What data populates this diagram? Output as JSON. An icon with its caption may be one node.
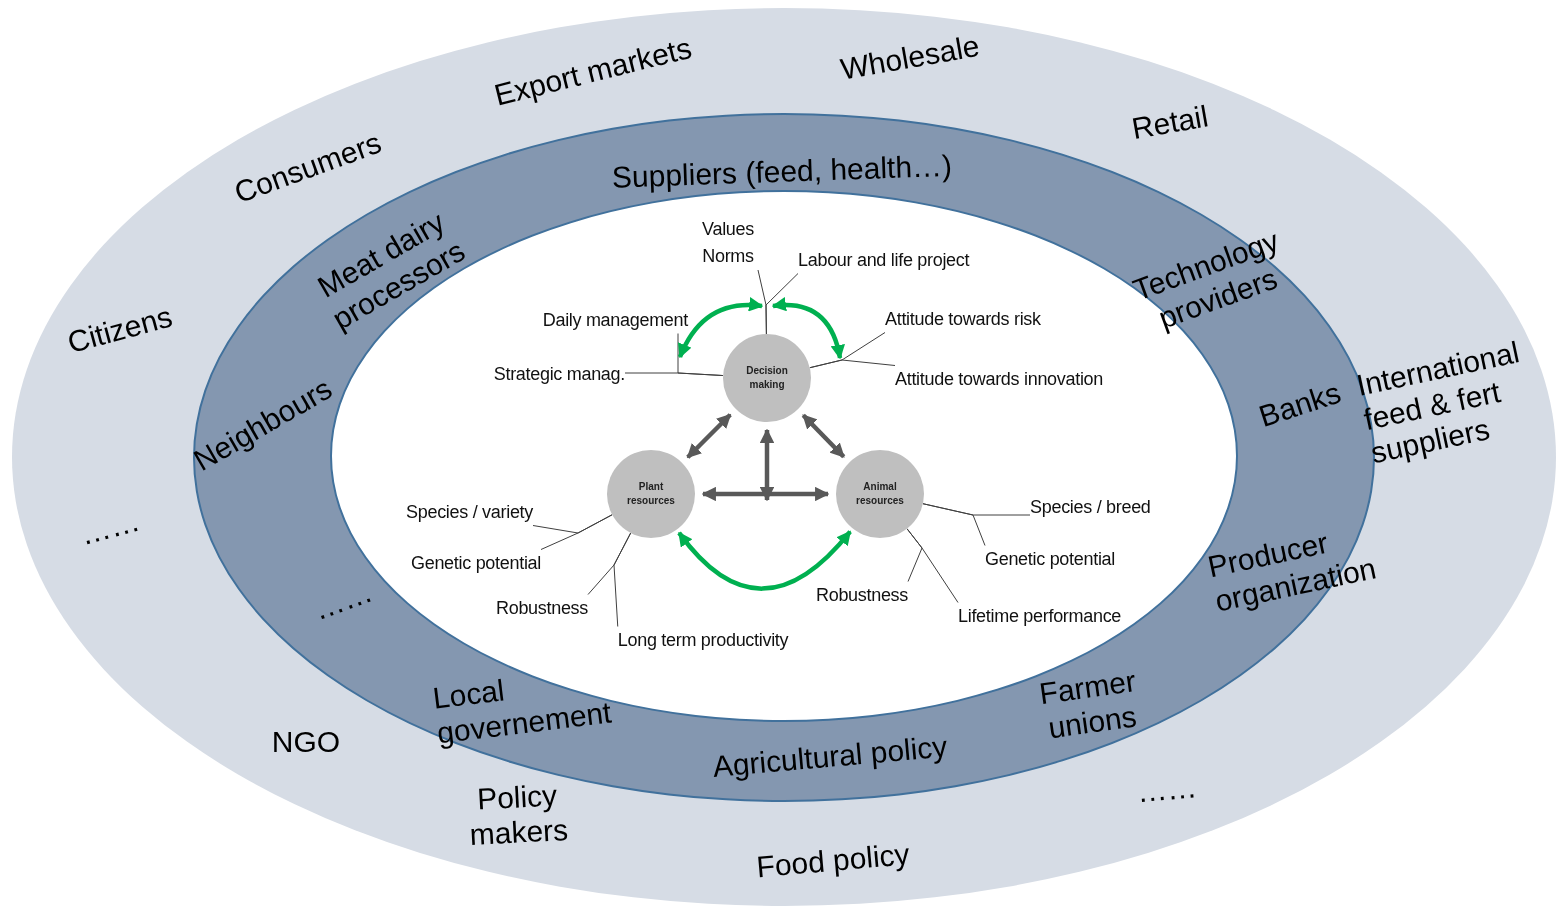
{
  "diagram": {
    "nodes": [
      {
        "text": [],
        "shape": "ellipse"
      },
      {
        "text": [],
        "shape": "ellipse",
        "in": 0
      },
      {
        "text": [],
        "shape": "ellipse",
        "in": 1
      },
      {
        "text": [
          "Decision making"
        ],
        "in": 2
      },
      {
        "text": [
          "Plant resources"
        ],
        "in": 2
      },
      {
        "text": [
          "Animal resources"
        ],
        "in": 2
      },
      {
        "text": [
          "Values Norms"
        ],
        "in": 2
      },
      {
        "text": [
          "Labour and life project"
        ],
        "in": 2
      },
      {
        "text": [
          "Daily management"
        ],
        "in": 2
      },
      {
        "text": [
          "Strategic manag."
        ],
        "in": 2
      },
      {
        "text": [
          "Attitude towards risk"
        ],
        "in": 2
      },
      {
        "text": [
          "Attitude towards innovation"
        ],
        "in": 2
      },
      {
        "text": [
          "Species / variety"
        ],
        "in": 2
      },
      {
        "text": [
          "Genetic potential"
        ],
        "in": 2
      },
      {
        "text": [
          "Robustness"
        ],
        "in": 2
      },
      {
        "text": [
          "Long term productivity"
        ],
        "in": 2
      },
      {
        "text": [
          "Species / breed"
        ],
        "in": 2
      },
      {
        "text": [
          "Genetic potential"
        ],
        "in": 2
      },
      {
        "text": [
          "Robustness"
        ],
        "in": 2
      },
      {
        "text": [
          "Lifetime performance"
        ],
        "in": 2
      }
    ],
    "edges": [
      {
        "from": 3,
        "to": 4,
        "arrow": "both",
        "style": "thick",
        "color": "#595959"
      },
      {
        "from": 3,
        "to": 5,
        "arrow": "both",
        "style": "thick",
        "color": "#595959"
      },
      {
        "from": 4,
        "to": 5,
        "arrow": "both",
        "style": "thick",
        "color": "#595959"
      },
      {
        "from": null,
        "to": 3,
        "arrow": "both",
        "style": "thick",
        "color": "#595959"
      },
      {
        "from": 6,
        "to": 3,
        "arrow": "none"
      },
      {
        "from": 7,
        "to": 3,
        "arrow": "none"
      },
      {
        "from": 8,
        "to": 3,
        "arrow": "none"
      },
      {
        "from": 9,
        "to": 3,
        "arrow": "none"
      },
      {
        "from": 10,
        "to": 3,
        "arrow": "none"
      },
      {
        "from": 11,
        "to": 3,
        "arrow": "none"
      },
      {
        "from": 12,
        "to": 4,
        "arrow": "none"
      },
      {
        "from": 13,
        "to": 4,
        "arrow": "none"
      },
      {
        "from": 14,
        "to": 4,
        "arrow": "none"
      },
      {
        "from": 15,
        "to": 4,
        "arrow": "none"
      },
      {
        "from": 16,
        "to": 5,
        "arrow": "none"
      },
      {
        "from": 17,
        "to": 5,
        "arrow": "none"
      },
      {
        "from": 18,
        "to": 5,
        "arrow": "none"
      },
      {
        "from": 19,
        "to": 5,
        "arrow": "none"
      },
      {
        "from": 8,
        "to": 6,
        "arrow": "both",
        "style": "thick",
        "color": "#00b050"
      },
      {
        "from": 7,
        "to": 10,
        "arrow": "both",
        "style": "thick",
        "color": "#00b050"
      },
      {
        "from": 4,
        "to": 5,
        "arrow": "both",
        "style": "thick",
        "color": "#00b050"
      }
    ],
    "labels": [
      "Export markets",
      "Wholesale",
      "Consumers",
      "Retail",
      "Suppliers (feed, health…)",
      "Meat dairy processors",
      "Technology providers",
      "Citizens",
      "International feed & fert suppliers",
      "Banks",
      "Neighbours",
      "……",
      "Producer organization",
      "……",
      "Local governement",
      "Farmer unions",
      "NGO",
      "Agricultural policy",
      "……",
      "Policy makers",
      "Food policy"
    ]
  }
}
